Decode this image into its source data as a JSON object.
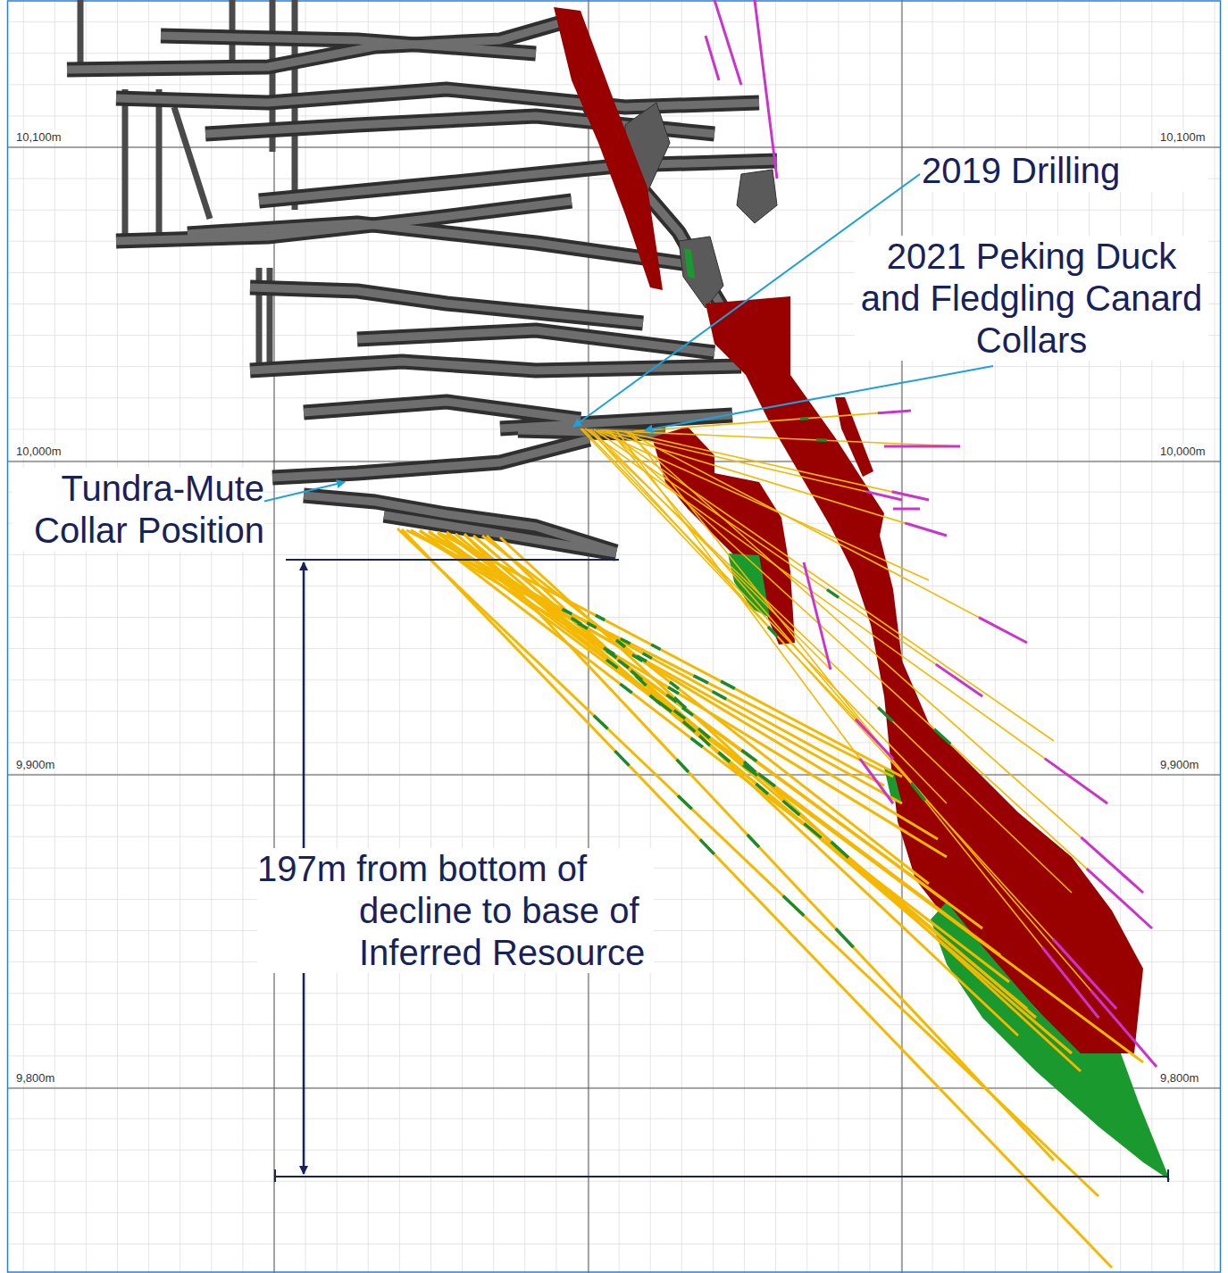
{
  "diagram": {
    "labels": [
      "10,100m",
      "10,100m",
      "2019 Drilling",
      "2021 Peking Duck and Fledgling Canard Collars",
      "10,000m",
      "10,000m",
      "Tundra-Mute Collar Position",
      "197m from bottom of decline to base of Inferred Resource",
      "9,900m",
      "9,900m",
      "9,800m",
      "9,800m"
    ]
  }
}
